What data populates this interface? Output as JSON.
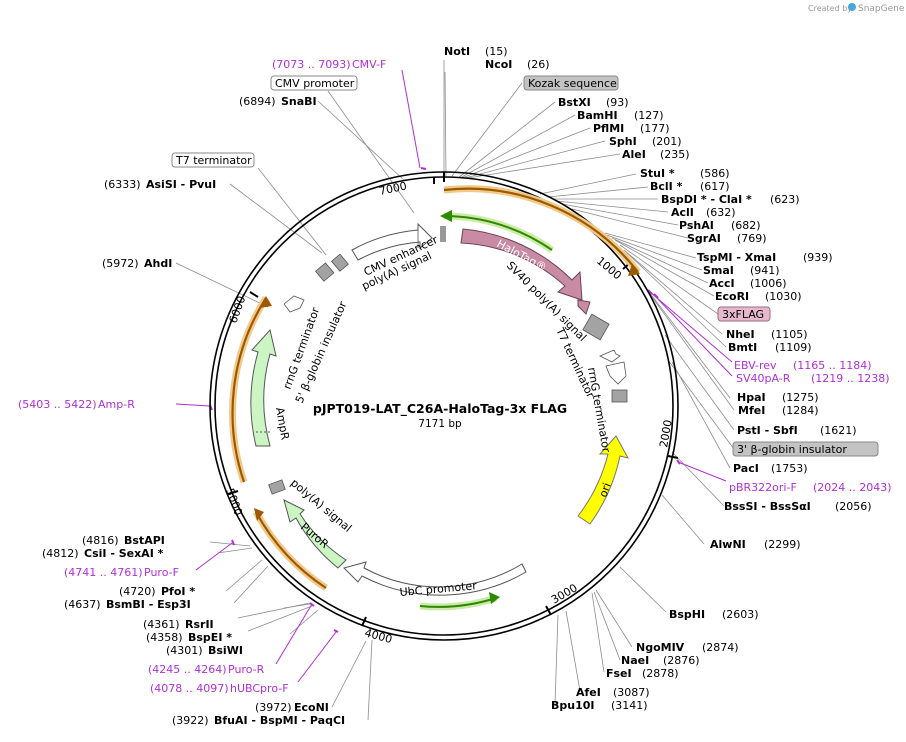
{
  "credit": "Created by",
  "brand": "SnapGene",
  "map": {
    "name": "pJPT019-LAT_C26A-HaloTag-3x FLAG",
    "length": "7171 bp",
    "ticks": [
      "1000",
      "2000",
      "3000",
      "4000",
      "5000",
      "6000",
      "7000"
    ]
  },
  "features": {
    "halotag": "HaloTag®",
    "sv40": "SV40 poly(A) signal",
    "t7term": "T7 terminator",
    "rrng": "rrnG terminator",
    "ori": "ori",
    "ubc": "UbC promoter",
    "polya_puro": "poly(A) signal",
    "puror": "PuroR",
    "ampr": "AmpR",
    "rrng2": "rrnG terminator",
    "bglobin": "5' β-globin insulator",
    "cmv_enh": "CMV enhancer",
    "polya_cmv": "poly(A) signal"
  },
  "labels": [
    {
      "id": "noti",
      "name": "NotI",
      "pos": "(15)",
      "type": "enzyme"
    },
    {
      "id": "ncoi",
      "name": "NcoI",
      "pos": "(26)",
      "type": "enzyme"
    },
    {
      "id": "kozak",
      "name": "Kozak sequence",
      "type": "box-gray"
    },
    {
      "id": "bstxi",
      "name": "BstXI",
      "pos": "(93)",
      "type": "enzyme"
    },
    {
      "id": "bamhi",
      "name": "BamHI",
      "pos": "(127)",
      "type": "enzyme"
    },
    {
      "id": "pflmi",
      "name": "PflMI",
      "pos": "(177)",
      "type": "enzyme"
    },
    {
      "id": "sphi",
      "name": "SphI",
      "pos": "(201)",
      "type": "enzyme"
    },
    {
      "id": "alei",
      "name": "AleI",
      "pos": "(235)",
      "type": "enzyme"
    },
    {
      "id": "stui",
      "name": "StuI *",
      "pos": "(586)",
      "type": "enzyme"
    },
    {
      "id": "bcli",
      "name": "BclI *",
      "pos": "(617)",
      "type": "enzyme"
    },
    {
      "id": "bspdi",
      "name": "BspDI * - ClaI *",
      "pos": "(623)",
      "type": "enzyme"
    },
    {
      "id": "acli",
      "name": "AclI",
      "pos": "(632)",
      "type": "enzyme"
    },
    {
      "id": "pshai",
      "name": "PshAI",
      "pos": "(682)",
      "type": "enzyme"
    },
    {
      "id": "sgrai",
      "name": "SgrAI",
      "pos": "(769)",
      "type": "enzyme"
    },
    {
      "id": "tspmi",
      "name": "TspMI - XmaI",
      "pos": "(939)",
      "type": "enzyme"
    },
    {
      "id": "smai",
      "name": "SmaI",
      "pos": "(941)",
      "type": "enzyme"
    },
    {
      "id": "acci",
      "name": "AccI",
      "pos": "(1006)",
      "type": "enzyme"
    },
    {
      "id": "ecori",
      "name": "EcoRI",
      "pos": "(1030)",
      "type": "enzyme"
    },
    {
      "id": "flag",
      "name": "3xFLAG",
      "type": "box-pink"
    },
    {
      "id": "nhei",
      "name": "NheI",
      "pos": "(1105)",
      "type": "enzyme"
    },
    {
      "id": "bmti",
      "name": "BmtI",
      "pos": "(1109)",
      "type": "enzyme"
    },
    {
      "id": "ebvrev",
      "name": "EBV-rev",
      "pos": "(1165 .. 1184)",
      "type": "primer"
    },
    {
      "id": "sv40par",
      "name": "SV40pA-R",
      "pos": "(1219 .. 1238)",
      "type": "primer"
    },
    {
      "id": "hpai",
      "name": "HpaI",
      "pos": "(1275)",
      "type": "enzyme"
    },
    {
      "id": "mfei",
      "name": "MfeI",
      "pos": "(1284)",
      "type": "enzyme"
    },
    {
      "id": "psti",
      "name": "PstI - SbfI",
      "pos": "(1621)",
      "type": "enzyme"
    },
    {
      "id": "bglob3",
      "name": "3' β-globin insulator",
      "type": "box-gray"
    },
    {
      "id": "paci",
      "name": "PacI",
      "pos": "(1753)",
      "type": "enzyme"
    },
    {
      "id": "pbr",
      "name": "pBR322ori-F",
      "pos": "(2024 .. 2043)",
      "type": "primer"
    },
    {
      "id": "bsssi",
      "name": "BssSI - BssSαI",
      "pos": "(2056)",
      "type": "enzyme"
    },
    {
      "id": "alwni",
      "name": "AlwNI",
      "pos": "(2299)",
      "type": "enzyme"
    },
    {
      "id": "bsphi",
      "name": "BspHI",
      "pos": "(2603)",
      "type": "enzyme"
    },
    {
      "id": "ngomiv",
      "name": "NgoMIV",
      "pos": "(2874)",
      "type": "enzyme"
    },
    {
      "id": "naei",
      "name": "NaeI",
      "pos": "(2876)",
      "type": "enzyme"
    },
    {
      "id": "fsei",
      "name": "FseI",
      "pos": "(2878)",
      "type": "enzyme"
    },
    {
      "id": "afei",
      "name": "AfeI",
      "pos": "(3087)",
      "type": "enzyme"
    },
    {
      "id": "bpu10i",
      "name": "Bpu10I",
      "pos": "(3141)",
      "type": "enzyme"
    },
    {
      "id": "bfuai",
      "name": "BfuAI - BspMI - PaqCI",
      "pos": "(3922)",
      "type": "enzyme-left"
    },
    {
      "id": "econi",
      "name": "EcoNI",
      "pos": "(3972)",
      "type": "enzyme-left"
    },
    {
      "id": "hubc",
      "name": "hUBCpro-F",
      "pos": "(4078 .. 4097)",
      "type": "primer-left"
    },
    {
      "id": "puror",
      "name": "Puro-R",
      "pos": "(4245 .. 4264)",
      "type": "primer-left"
    },
    {
      "id": "bsiwi",
      "name": "BsiWI",
      "pos": "(4301)",
      "type": "enzyme-left"
    },
    {
      "id": "bspei",
      "name": "BspEI *",
      "pos": "(4358)",
      "type": "enzyme-left"
    },
    {
      "id": "rsrii",
      "name": "RsrII",
      "pos": "(4361)",
      "type": "enzyme-left"
    },
    {
      "id": "bsmbi",
      "name": "BsmBI - Esp3I",
      "pos": "(4637)",
      "type": "enzyme-left"
    },
    {
      "id": "pfoi",
      "name": "PfoI *",
      "pos": "(4720)",
      "type": "enzyme-left"
    },
    {
      "id": "purof",
      "name": "Puro-F",
      "pos": "(4741 .. 4761)",
      "type": "primer-left"
    },
    {
      "id": "csii",
      "name": "CsiI - SexAI *",
      "pos": "(4812)",
      "type": "enzyme-left"
    },
    {
      "id": "bstapi",
      "name": "BstAPI",
      "pos": "(4816)",
      "type": "enzyme-left"
    },
    {
      "id": "amprp",
      "name": "Amp-R",
      "pos": "(5403 .. 5422)",
      "type": "primer-left"
    },
    {
      "id": "ahdi",
      "name": "AhdI",
      "pos": "(5972)",
      "type": "enzyme-left"
    },
    {
      "id": "asisi",
      "name": "AsiSI - PvuI",
      "pos": "(6333)",
      "type": "enzyme-left"
    },
    {
      "id": "t7box",
      "name": "T7 terminator",
      "type": "box-white"
    },
    {
      "id": "snabi",
      "name": "SnaBI",
      "pos": "(6894)",
      "type": "enzyme-left"
    },
    {
      "id": "cmvbox",
      "name": "CMV promoter",
      "type": "box-white"
    },
    {
      "id": "cmvf",
      "name": "CMV-F",
      "pos": "(7073 .. 7093)",
      "type": "primer-left"
    }
  ]
}
